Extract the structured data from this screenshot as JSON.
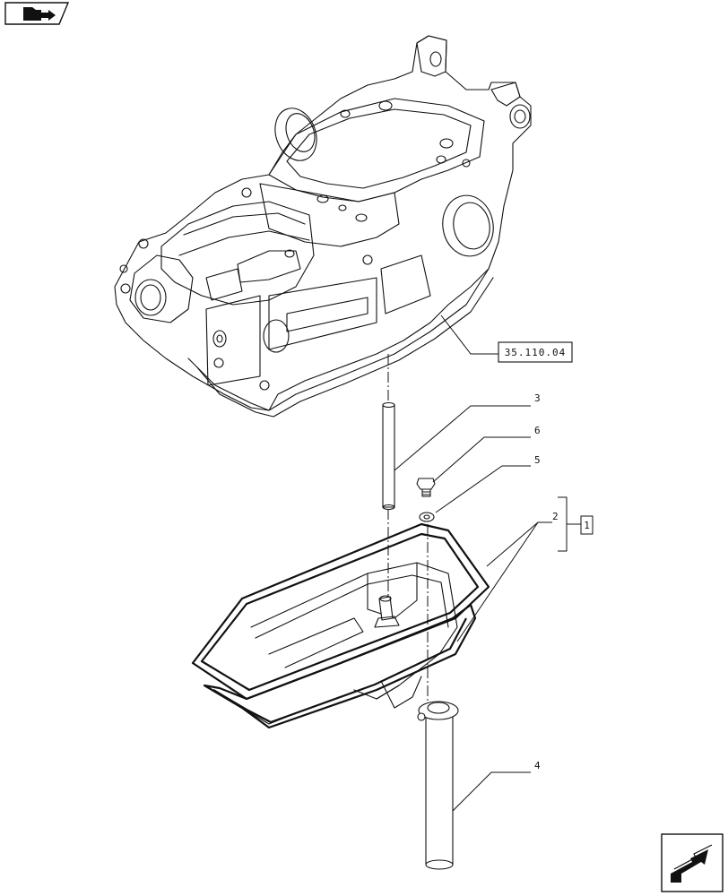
{
  "navigation": {
    "top_icon": "folder-arrow-icon",
    "bottom_icon": "next-page-arrow-icon"
  },
  "reference": {
    "label": "35.110.04"
  },
  "callouts": [
    {
      "id": "c1",
      "label": "1"
    },
    {
      "id": "c2",
      "label": "2"
    },
    {
      "id": "c3",
      "label": "3"
    },
    {
      "id": "c4",
      "label": "4"
    },
    {
      "id": "c5",
      "label": "5"
    },
    {
      "id": "c6",
      "label": "6"
    }
  ]
}
